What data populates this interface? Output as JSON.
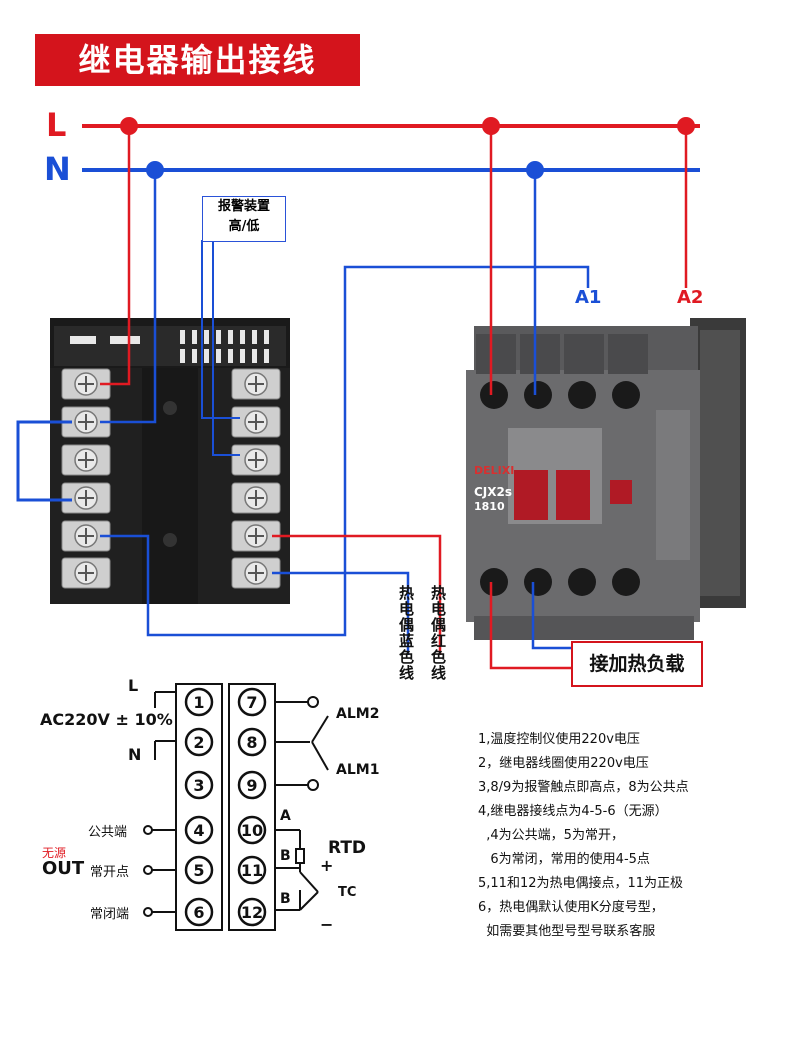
{
  "title": "继电器输出接线",
  "lines": {
    "L": "L",
    "N": "N"
  },
  "alarm_box": {
    "line1": "报警装置",
    "line2": "高/低"
  },
  "contactor": {
    "a1": "A1",
    "a2": "A2",
    "brand": "DELIXI",
    "model": "CJX2s",
    "code": "1810"
  },
  "wire_labels": {
    "red": "热电偶红色线",
    "blue": "热电偶蓝色线"
  },
  "load_label": "接加热负载",
  "schematic": {
    "L": "L",
    "N": "N",
    "supply": "AC220V ± 10%",
    "terminals_left": [
      "1",
      "2",
      "3",
      "4",
      "5",
      "6"
    ],
    "terminals_right": [
      "7",
      "8",
      "9",
      "10",
      "11",
      "12"
    ],
    "alm2": "ALM2",
    "alm1": "ALM1",
    "common": "公共端",
    "no_source": "无源",
    "out": "OUT",
    "normally_open": "常开点",
    "normally_closed": "常闭端",
    "A": "A",
    "B1": "B",
    "B2": "B",
    "rtd": "RTD",
    "plus": "+",
    "minus": "−",
    "tc": "TC"
  },
  "notes": [
    "1,温度控制仪使用220v电压",
    "2，继电器线圈使用220v电压",
    "3,8/9为报警触点即高点，8为公共点",
    "4,继电器接线点为4-5-6（无源）",
    "  ,4为公共端，5为常开，",
    "   6为常闭，常用的使用4-5点",
    "5,11和12为热电偶接点，11为正极",
    "6，热电偶默认使用K分度号型，",
    "  如需要其他型号型号联系客服"
  ],
  "colors": {
    "red": "#e01a22",
    "blue": "#1a4fd6",
    "title_bg": "#d4141c"
  }
}
